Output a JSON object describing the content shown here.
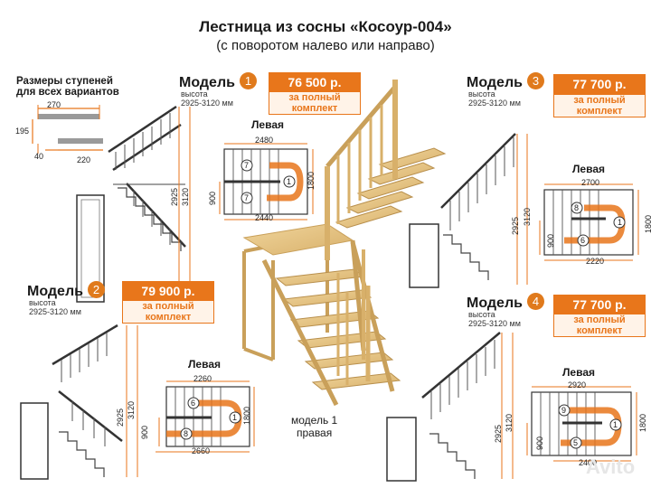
{
  "header": {
    "title": "Лестница из сосны «Косоур-004»",
    "subtitle": "(с поворотом налево или направо)"
  },
  "step_sizes": {
    "title_line1": "Размеры ступеней",
    "title_line2": "для всех вариантов",
    "tread_depth": "270",
    "rise": "195",
    "nosing": "40",
    "tread_width": "220"
  },
  "models": [
    {
      "label": "Модель",
      "number": "1",
      "height_label": "высота",
      "height_range": "2925-3120 мм",
      "price": "76 500 р.",
      "kit_line1": "за полный",
      "kit_line2": "комплект",
      "side_label": "Левая",
      "plan_dims": {
        "top": "2480",
        "bottom": "2440",
        "left": "900",
        "right": "1800"
      },
      "plan_steps": [
        "7",
        "1",
        "7"
      ],
      "elev_dims": [
        "2925",
        "3120"
      ]
    },
    {
      "label": "Модель",
      "number": "2",
      "height_label": "высота",
      "height_range": "2925-3120 мм",
      "price": "79 900 р.",
      "kit_line1": "за полный",
      "kit_line2": "комплект",
      "side_label": "Левая",
      "plan_dims": {
        "top": "2260",
        "bottom": "2660",
        "left": "900",
        "right": "1800"
      },
      "plan_steps": [
        "6",
        "1",
        "8"
      ],
      "elev_dims": [
        "2925",
        "3120"
      ]
    },
    {
      "label": "Модель",
      "number": "3",
      "height_label": "высота",
      "height_range": "2925-3120 мм",
      "price": "77 700 р.",
      "kit_line1": "за полный",
      "kit_line2": "комплект",
      "side_label": "Левая",
      "plan_dims": {
        "top": "2700",
        "bottom": "2220",
        "left": "900",
        "right": "1800"
      },
      "plan_steps": [
        "8",
        "1",
        "6"
      ],
      "elev_dims": [
        "2925",
        "3120"
      ]
    },
    {
      "label": "Модель",
      "number": "4",
      "height_label": "высота",
      "height_range": "2925-3120 мм",
      "price": "77 700 р.",
      "kit_line1": "за полный",
      "kit_line2": "комплект",
      "side_label": "Левая",
      "plan_dims": {
        "top": "2920",
        "bottom": "2400",
        "left": "900",
        "right": "1800"
      },
      "plan_steps": [
        "9",
        "1",
        "5"
      ],
      "elev_dims": [
        "2925",
        "3120"
      ]
    }
  ],
  "center_caption": {
    "line1": "модель 1",
    "line2": "правая"
  },
  "watermark": "Avito",
  "colors": {
    "accent": "#e8761b",
    "wood": "#e8c98a",
    "wood_dark": "#c9a05a",
    "rail": "#333333"
  }
}
